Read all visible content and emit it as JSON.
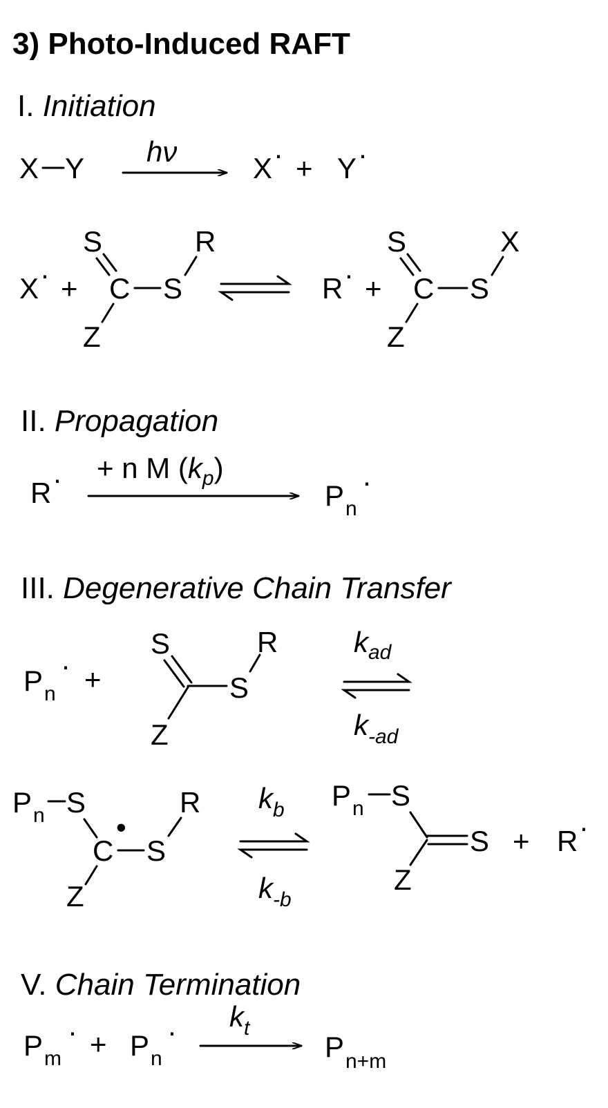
{
  "title": "3) Photo-Induced RAFT",
  "atoms": {
    "X": "X",
    "Y": "Y",
    "S": "S",
    "C": "C",
    "R": "R",
    "Z": "Z",
    "P": "P",
    "plus": "+",
    "radical_dot": "·",
    "bold_dot": "•"
  },
  "subscripts": {
    "n": "n",
    "m": "m",
    "n_plus_m": "n+m"
  },
  "sections": {
    "initiation": {
      "numeral": "I.",
      "name": "Initiation",
      "arrow_label": "hν"
    },
    "propagation": {
      "numeral": "II.",
      "name": "Propagation",
      "arrow_label_prefix": "+ n M  (",
      "arrow_label_k": "k",
      "arrow_label_ksub": "p",
      "arrow_label_suffix": ")"
    },
    "chain_transfer": {
      "numeral": "III.",
      "name": "Degenerative Chain Transfer",
      "k_forward": "k",
      "k_forward_sub": "ad",
      "k_reverse": "k",
      "k_reverse_sub": "-ad",
      "k2_forward": "k",
      "k2_forward_sub": "b",
      "k2_reverse": "k",
      "k2_reverse_sub": "-b"
    },
    "termination": {
      "numeral": "V.",
      "name": "Chain Termination",
      "k": "k",
      "k_sub": "t"
    }
  }
}
